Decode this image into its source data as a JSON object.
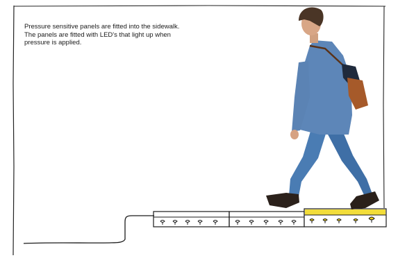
{
  "caption": {
    "text": "Pressure sensitive panels are fitted into the sidewalk. The panels are fitted with LED's that light up when pressure is applied."
  },
  "panels": [
    {
      "lit": false,
      "led_count": 5
    },
    {
      "lit": false,
      "led_count": 5
    },
    {
      "lit": true,
      "led_count": 5
    }
  ],
  "colors": {
    "lit_panel": "#f2dd3a",
    "lit_led": "#e8c21a",
    "line": "#1a1a1a"
  },
  "figure": "person-walking-icon"
}
